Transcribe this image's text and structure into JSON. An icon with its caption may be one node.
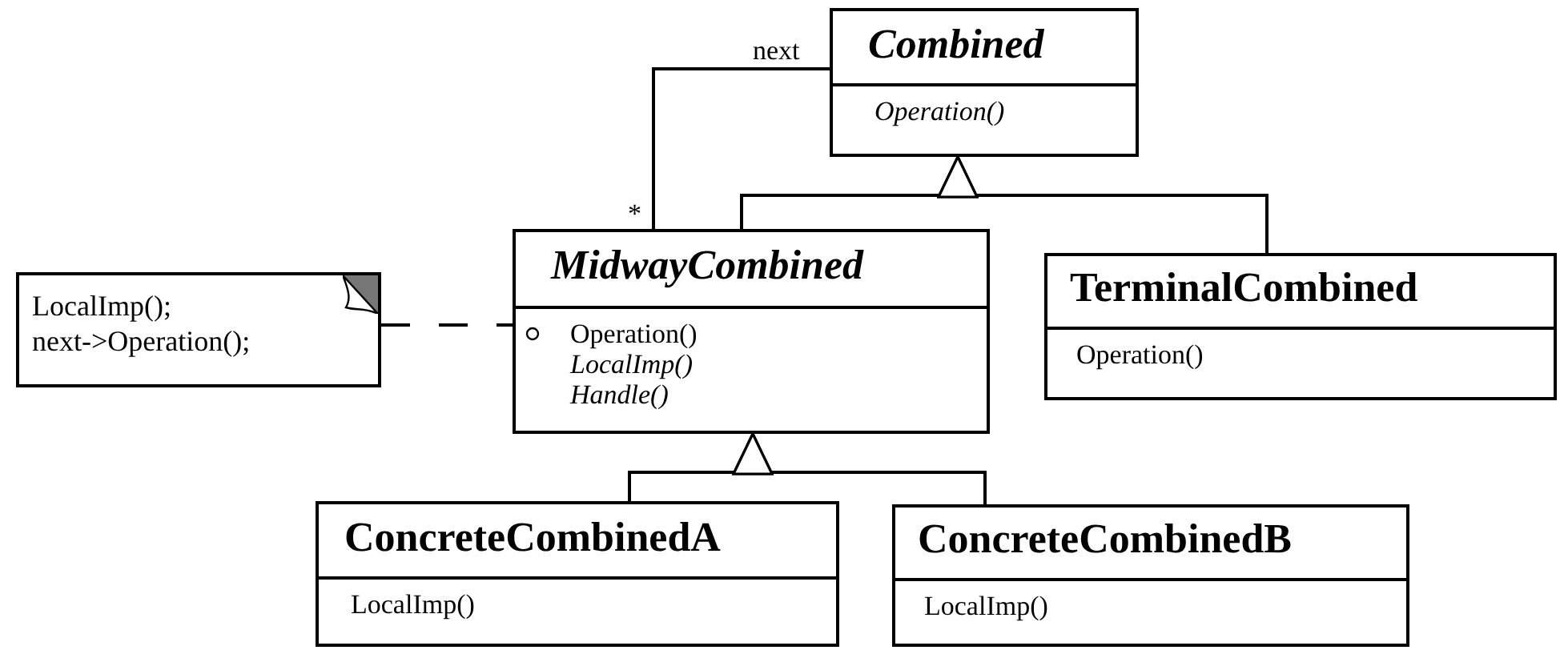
{
  "diagram": {
    "nodes": [
      {
        "text": [
          "Combined",
          "Operation()"
        ]
      },
      {
        "text": [
          "LocalImp();",
          "next->Operation();"
        ]
      },
      {
        "text": [
          "MidwayCombined",
          "Operation()",
          "LocalImp()",
          "Handle()"
        ]
      },
      {
        "text": [
          "TerminalCombined",
          "Operation()"
        ]
      },
      {
        "text": [
          "ConcreteCombinedA",
          "LocalImp()"
        ]
      },
      {
        "text": [
          "ConcreteCombinedB",
          "LocalImp()"
        ]
      }
    ],
    "edges": [
      {
        "from": 2,
        "to": 0,
        "arrow": "to"
      },
      {
        "from": 3,
        "to": 0,
        "arrow": "to"
      },
      {
        "from": 4,
        "to": 2,
        "arrow": "to"
      },
      {
        "from": 5,
        "to": 2,
        "arrow": "to"
      },
      {
        "from": 2,
        "to": 0,
        "arrow": "none",
        "label": "next"
      },
      {
        "from": 1,
        "to": 2,
        "arrow": "none",
        "style": "dashed"
      }
    ],
    "labels": [
      "*"
    ]
  }
}
